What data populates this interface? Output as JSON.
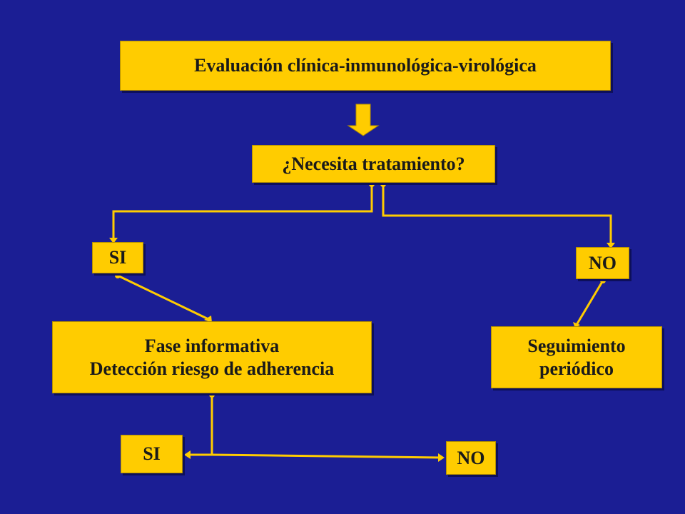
{
  "diagram": {
    "title_box": "Evaluación clínica-inmunológica-virológica",
    "question_box": "¿Necesita tratamiento?",
    "branch_yes_1": "SI",
    "branch_no_1": "NO",
    "info_phase": {
      "line1": "Fase informativa",
      "line2": "Detección riesgo de adherencia"
    },
    "followup": {
      "line1": "Seguimiento",
      "line2": "periódico"
    },
    "branch_yes_2": "SI",
    "branch_no_2": "NO"
  },
  "colors": {
    "background": "#1b1e94",
    "box_fill": "#ffcc00",
    "connector": "#ffcc00"
  }
}
